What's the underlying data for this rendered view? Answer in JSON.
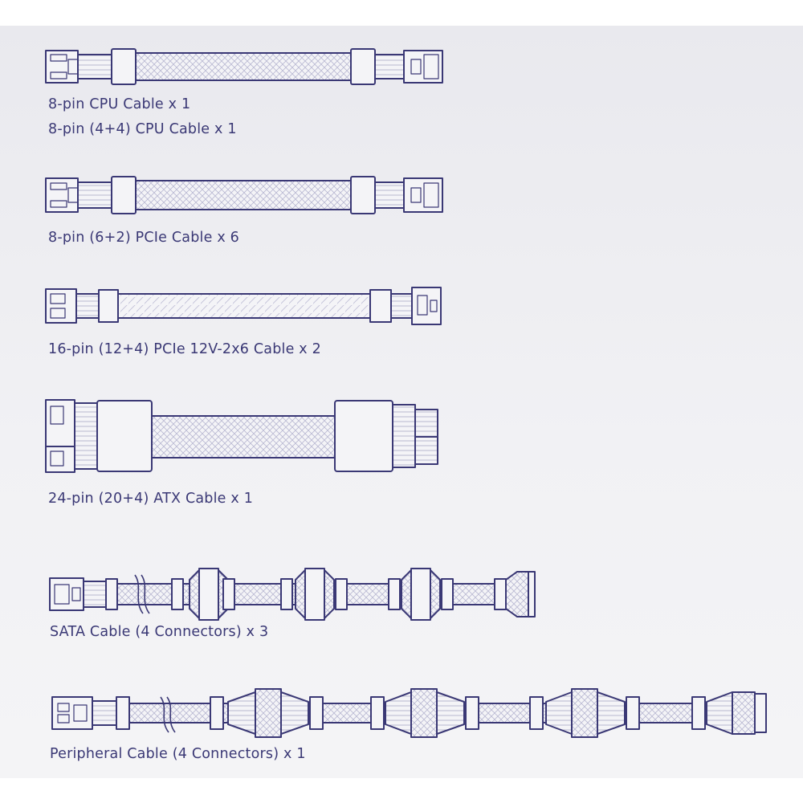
{
  "colors": {
    "ink": "#3a3875",
    "background": "#eeeef2",
    "cable_fill": "#f4f4f7"
  },
  "cables": [
    {
      "id": "cpu",
      "icon": "cpu-cable-icon",
      "labels": [
        "8-pin CPU Cable x 1",
        "8-pin (4+4) CPU Cable x 1"
      ]
    },
    {
      "id": "pcie",
      "icon": "pcie-cable-icon",
      "labels": [
        "8-pin (6+2) PCIe Cable x 6"
      ]
    },
    {
      "id": "pcie16",
      "icon": "pcie-16pin-cable-icon",
      "labels": [
        "16-pin (12+4) PCIe 12V-2x6 Cable x 2"
      ]
    },
    {
      "id": "atx",
      "icon": "atx-cable-icon",
      "labels": [
        "24-pin (20+4) ATX Cable x 1"
      ]
    },
    {
      "id": "sata",
      "icon": "sata-cable-icon",
      "labels": [
        "SATA Cable (4 Connectors) x 3"
      ]
    },
    {
      "id": "peripheral",
      "icon": "peripheral-cable-icon",
      "labels": [
        "Peripheral Cable (4 Connectors) x 1"
      ]
    }
  ]
}
